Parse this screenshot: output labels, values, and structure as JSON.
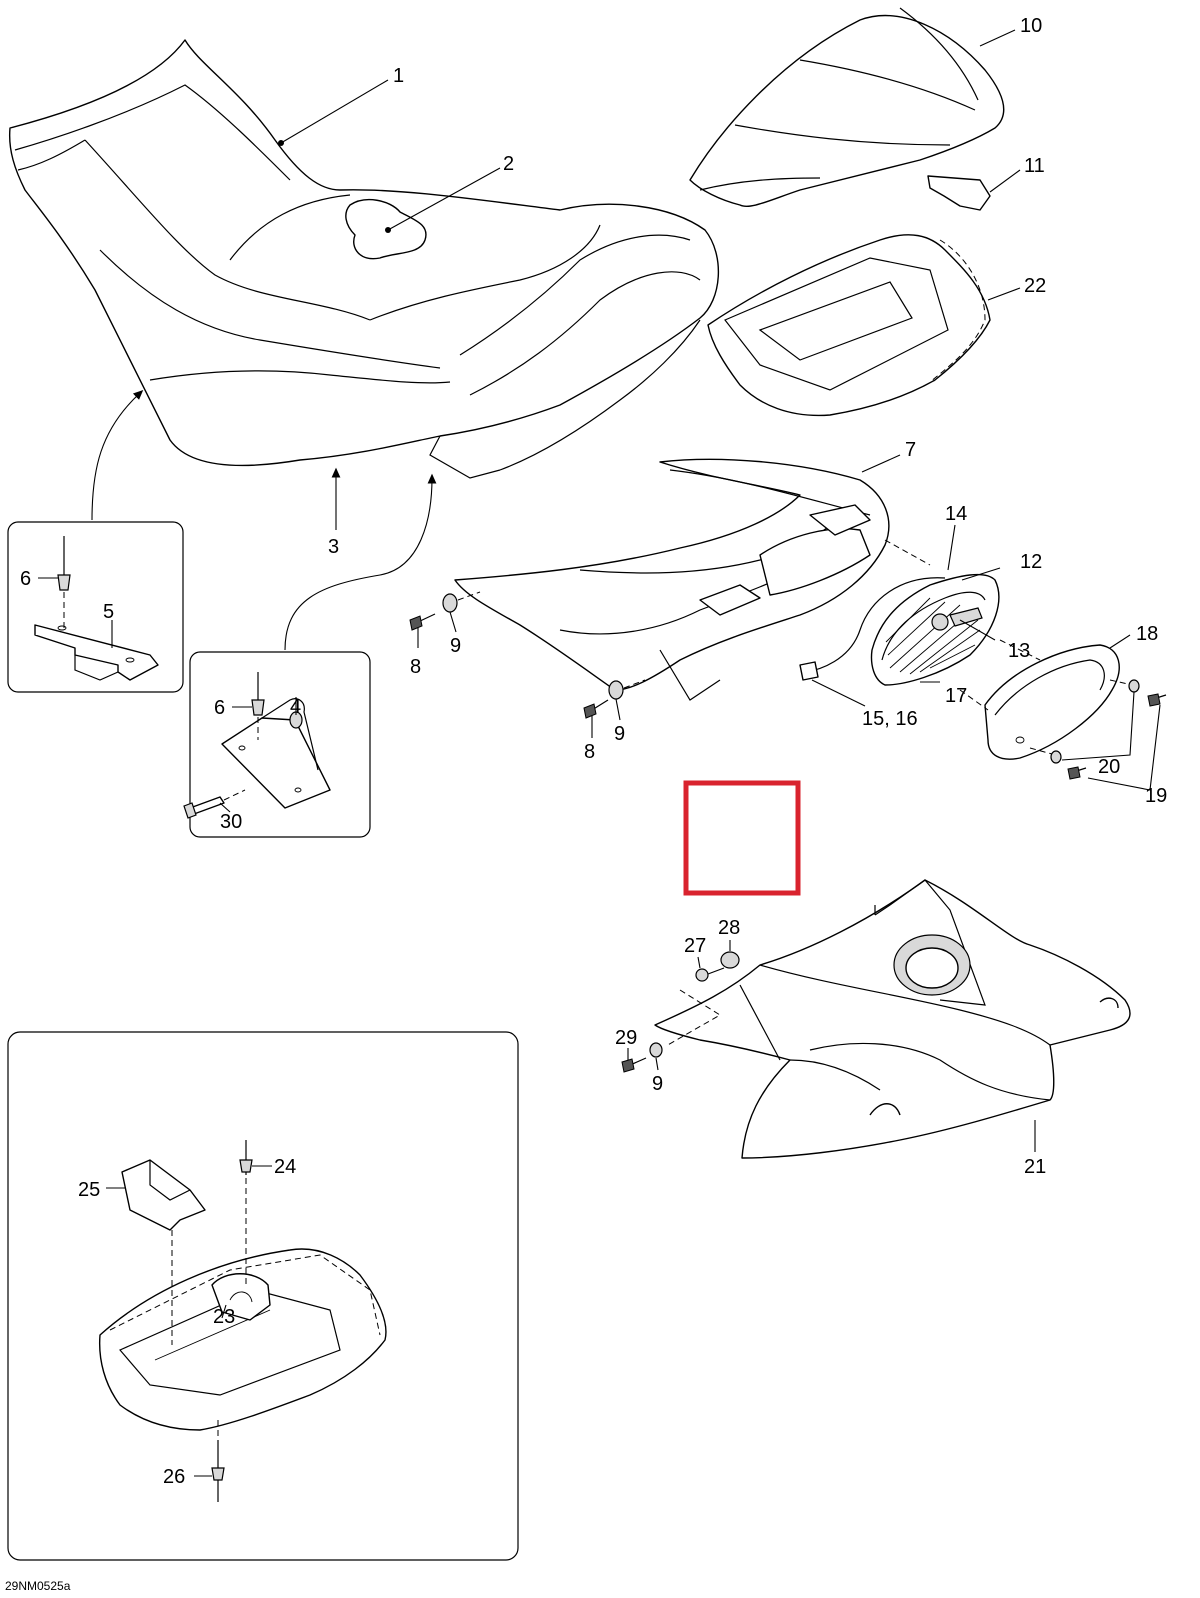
{
  "diagram": {
    "drawing_code": "29NM0525a",
    "highlight_color": "#d9232e",
    "callouts": {
      "c1": "1",
      "c2": "2",
      "c3": "3",
      "c4": "4",
      "c5": "5",
      "c6a": "6",
      "c6b": "6",
      "c7": "7",
      "c8a": "8",
      "c8b": "8",
      "c9a": "9",
      "c9b": "9",
      "c9c": "9",
      "c10": "10",
      "c11": "11",
      "c12": "12",
      "c13": "13",
      "c14": "14",
      "c15_16": "15, 16",
      "c17": "17",
      "c18": "18",
      "c19": "19",
      "c20": "20",
      "c21": "21",
      "c22": "22",
      "c23": "23",
      "c24": "24",
      "c25": "25",
      "c26": "26",
      "c27": "27",
      "c28": "28",
      "c29": "29",
      "c30": "30"
    }
  }
}
